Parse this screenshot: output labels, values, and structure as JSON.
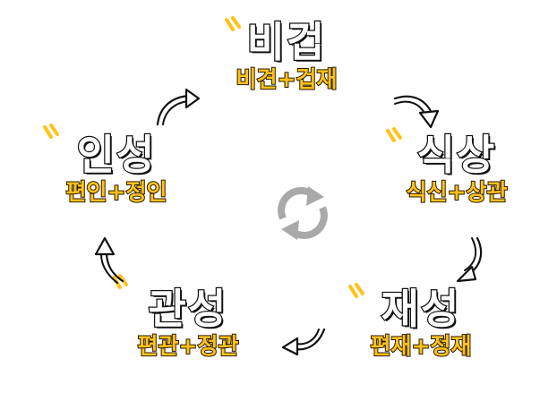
{
  "diagram": {
    "nodes": [
      {
        "title": "비겁",
        "sub": "비견+겁재"
      },
      {
        "title": "식상",
        "sub": "식신+상관"
      },
      {
        "title": "재성",
        "sub": "편재+정재"
      },
      {
        "title": "관성",
        "sub": "편관+정관"
      },
      {
        "title": "인성",
        "sub": "편인+정인"
      }
    ],
    "center_icon": "cycle-icon",
    "colors": {
      "accent": "#ffc21a",
      "outline": "#111111",
      "center": "#a9a9a9"
    }
  }
}
